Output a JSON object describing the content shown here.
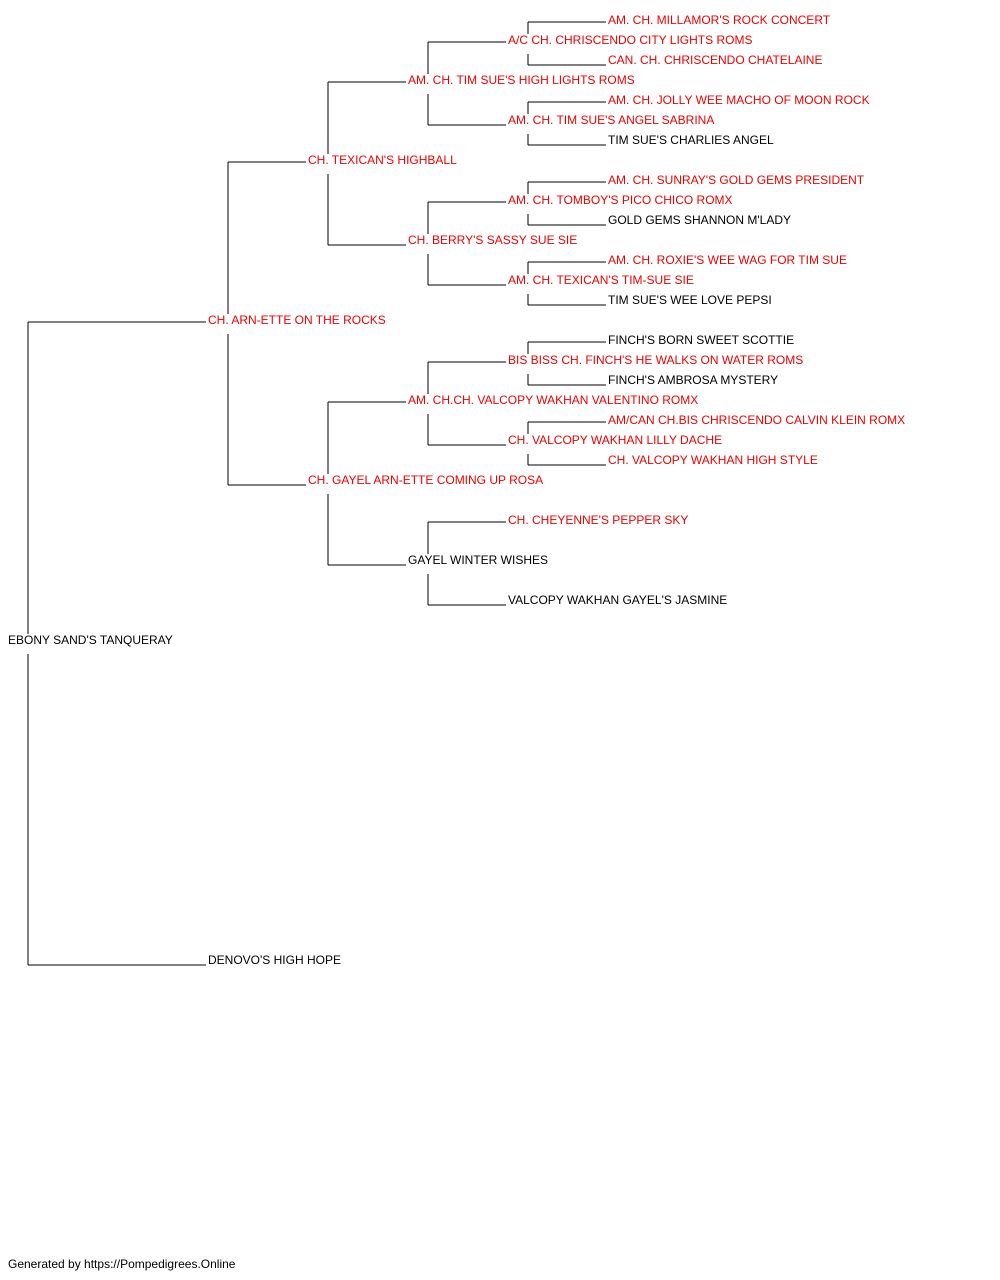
{
  "colors": {
    "champion": "#ee0000",
    "plain": "#000000",
    "line": "#000000"
  },
  "pedigree": {
    "name": "EBONY SAND'S TANQUERAY",
    "champion": false,
    "sire": {
      "name": "CH. ARN-ETTE ON THE ROCKS",
      "champion": true,
      "sire": {
        "name": "CH. TEXICAN'S HIGHBALL",
        "champion": true,
        "sire": {
          "name": "AM. CH. TIM SUE'S HIGH LIGHTS ROMS",
          "champion": true,
          "sire": {
            "name": "A/C CH. CHRISCENDO CITY LIGHTS ROMS",
            "champion": true,
            "sire": {
              "name": "AM. CH. MILLAMOR'S ROCK CONCERT",
              "champion": true
            },
            "dam": {
              "name": "CAN. CH. CHRISCENDO CHATELAINE",
              "champion": true
            }
          },
          "dam": {
            "name": "AM. CH. TIM SUE'S ANGEL SABRINA",
            "champion": true,
            "sire": {
              "name": "AM. CH. JOLLY WEE MACHO OF MOON ROCK",
              "champion": true
            },
            "dam": {
              "name": "TIM SUE'S CHARLIES ANGEL",
              "champion": false
            }
          }
        },
        "dam": {
          "name": "CH. BERRY'S SASSY SUE SIE",
          "champion": true,
          "sire": {
            "name": "AM. CH. TOMBOY'S PICO CHICO ROMX",
            "champion": true,
            "sire": {
              "name": "AM. CH. SUNRAY'S GOLD GEMS PRESIDENT",
              "champion": true
            },
            "dam": {
              "name": "GOLD GEMS SHANNON M'LADY",
              "champion": false
            }
          },
          "dam": {
            "name": "AM. CH. TEXICAN'S TIM-SUE SIE",
            "champion": true,
            "sire": {
              "name": "AM. CH. ROXIE'S WEE WAG FOR TIM SUE",
              "champion": true
            },
            "dam": {
              "name": "TIM SUE'S WEE LOVE PEPSI",
              "champion": false
            }
          }
        }
      },
      "dam": {
        "name": "CH. GAYEL ARN-ETTE COMING UP ROSA",
        "champion": true,
        "sire": {
          "name": "AM. CH.CH. VALCOPY WAKHAN VALENTINO ROMX",
          "champion": true,
          "sire": {
            "name": "BIS BISS CH. FINCH'S HE WALKS ON WATER ROMS",
            "champion": true,
            "sire": {
              "name": "FINCH'S BORN SWEET SCOTTIE",
              "champion": false
            },
            "dam": {
              "name": "FINCH'S AMBROSA MYSTERY",
              "champion": false
            }
          },
          "dam": {
            "name": "CH. VALCOPY WAKHAN LILLY DACHE",
            "champion": true,
            "sire": {
              "name": "AM/CAN CH.BIS CHRISCENDO CALVIN KLEIN ROMX",
              "champion": true
            },
            "dam": {
              "name": "CH. VALCOPY WAKHAN HIGH STYLE",
              "champion": true
            }
          }
        },
        "dam": {
          "name": "GAYEL WINTER WISHES",
          "champion": false,
          "sire": {
            "name": "CH. CHEYENNE'S PEPPER SKY",
            "champion": true
          },
          "dam": {
            "name": "VALCOPY WAKHAN GAYEL'S JASMINE",
            "champion": false
          }
        }
      }
    },
    "dam": {
      "name": "DENOVO'S HIGH HOPE",
      "champion": false
    }
  },
  "footer": {
    "text": "Generated by https://Pompedigrees.Online"
  }
}
